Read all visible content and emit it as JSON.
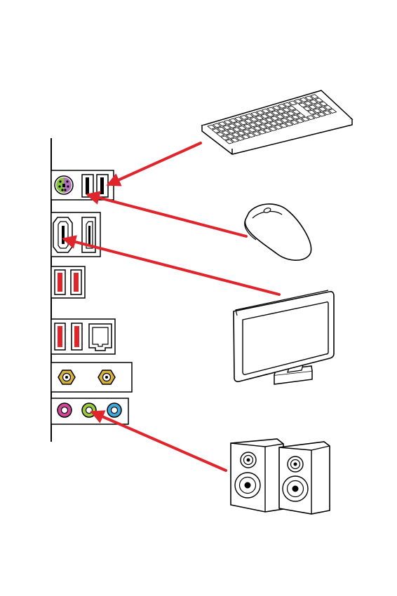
{
  "diagram": {
    "type": "io-panel-connection-diagram",
    "panel": {
      "ports": [
        {
          "group": "ps2-usb",
          "items": [
            "ps2-combo-port",
            "usb-port",
            "usb-port"
          ]
        },
        {
          "group": "video",
          "items": [
            "hdmi-port",
            "displayport-port"
          ]
        },
        {
          "group": "usb",
          "items": [
            "usb-port",
            "usb-port"
          ]
        },
        {
          "group": "usb-lan",
          "items": [
            "usb-port",
            "usb-port",
            "lan-port"
          ]
        },
        {
          "group": "wifi-antenna",
          "items": [
            "antenna-connector",
            "antenna-connector"
          ]
        },
        {
          "group": "audio",
          "items": [
            "audio-jack-pink",
            "audio-jack-green",
            "audio-jack-blue"
          ]
        }
      ]
    },
    "devices": [
      "keyboard-icon",
      "mouse-icon",
      "monitor-icon",
      "speakers-icon"
    ],
    "connections": [
      {
        "from": "keyboard-icon",
        "to": "usb-port"
      },
      {
        "from": "mouse-icon",
        "to": "usb-port"
      },
      {
        "from": "monitor-icon",
        "to": "hdmi-port"
      },
      {
        "from": "speakers-icon",
        "to": "audio-jack-green"
      }
    ],
    "colors": {
      "arrow": "#e0242b",
      "usb_insert": "#e0242b",
      "ps2_left": "#86c341",
      "ps2_right": "#b56fbd",
      "antenna_gold": "#d8b13a",
      "jack_pink": "#d2459a",
      "jack_green": "#9cc83c",
      "jack_blue": "#3fa8d8",
      "outline": "#000000"
    }
  }
}
